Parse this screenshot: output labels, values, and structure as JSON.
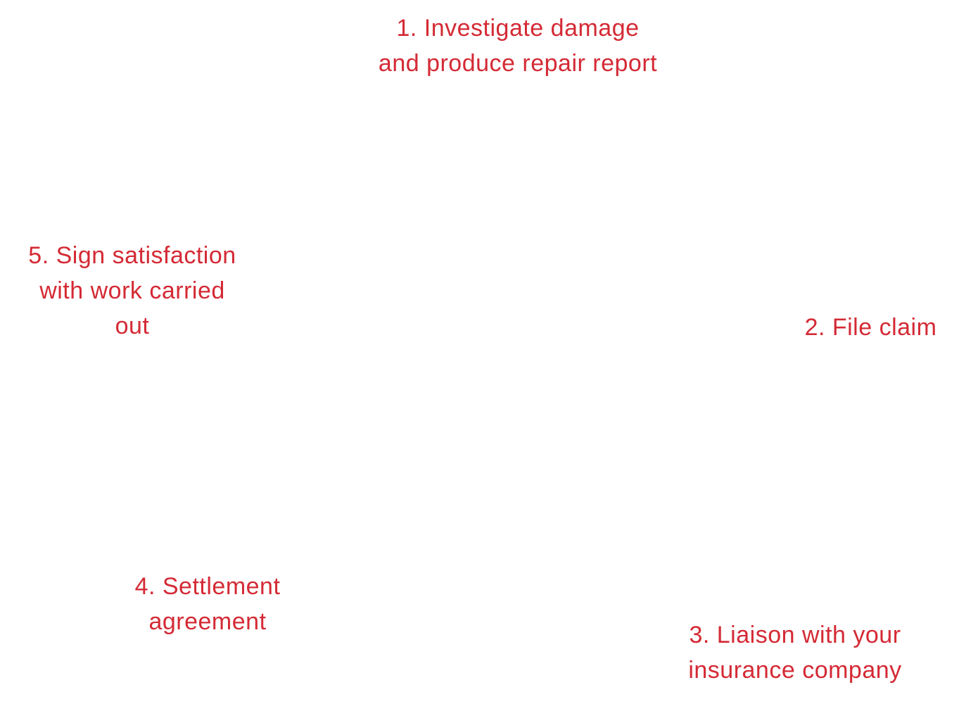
{
  "diagram": {
    "arrow_color": "#000000",
    "label_color": "#d42a35",
    "steps": [
      {
        "lines": [
          "1.  Investigate damage",
          "and produce repair report"
        ]
      },
      {
        "lines": [
          "2. File claim"
        ]
      },
      {
        "lines": [
          "3. Liaison with your",
          "insurance company"
        ]
      },
      {
        "lines": [
          "4. Settlement",
          "agreement"
        ]
      },
      {
        "lines": [
          "5. Sign satisfaction",
          "with work carried",
          "out"
        ]
      }
    ]
  }
}
